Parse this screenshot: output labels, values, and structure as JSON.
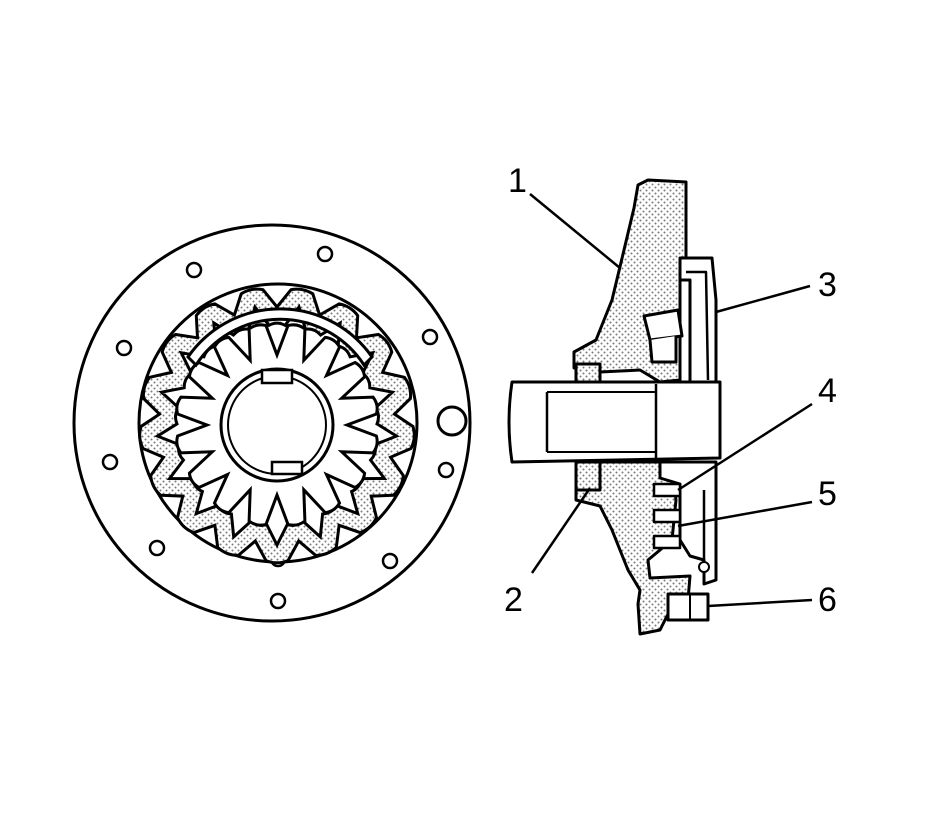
{
  "diagram": {
    "colors": {
      "line": "#000000",
      "background": "#ffffff",
      "stipple": "#8a8a8a"
    },
    "callouts": [
      {
        "id": "1",
        "label": "1"
      },
      {
        "id": "2",
        "label": "2"
      },
      {
        "id": "3",
        "label": "3"
      },
      {
        "id": "4",
        "label": "4"
      },
      {
        "id": "5",
        "label": "5"
      },
      {
        "id": "6",
        "label": "6"
      }
    ]
  }
}
